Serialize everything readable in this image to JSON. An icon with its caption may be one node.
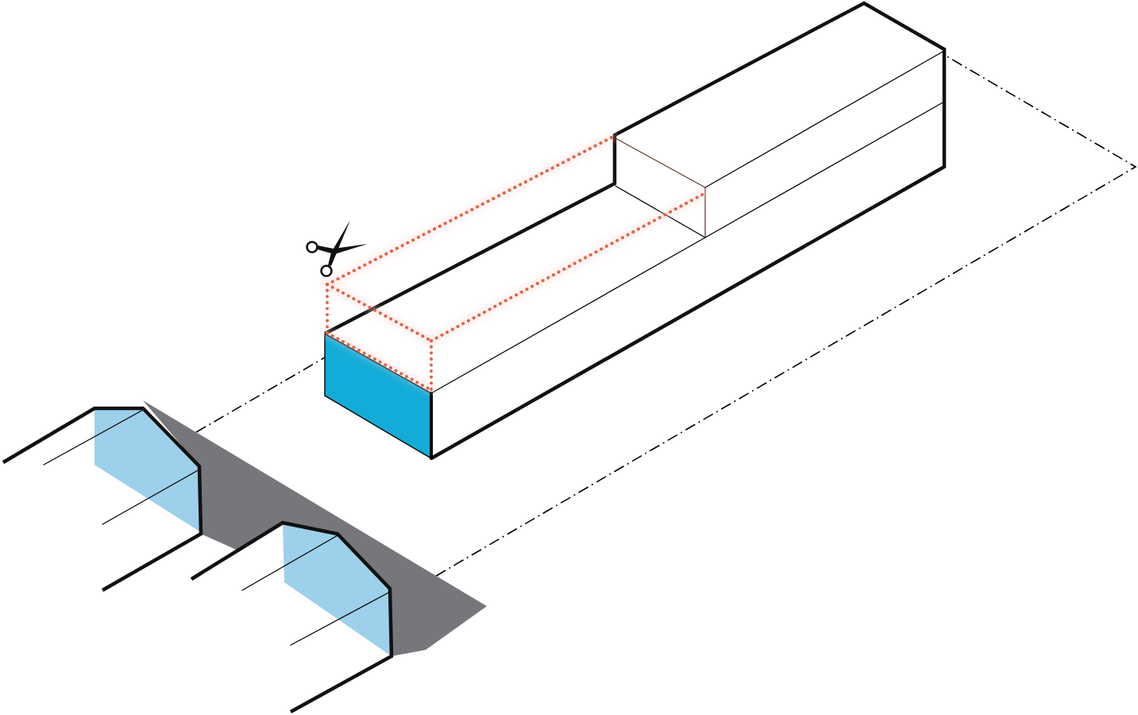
{
  "diagram": {
    "nodes": [
      {
        "text": [],
        "shape": "picture"
      },
      {
        "text": [],
        "shape": "picture"
      }
    ],
    "edges": [
      {
        "from": 1,
        "to": 0,
        "arrow": "none",
        "style": "dashed"
      },
      {
        "from": 1,
        "to": 0,
        "arrow": "none",
        "style": "dashed"
      }
    ]
  }
}
